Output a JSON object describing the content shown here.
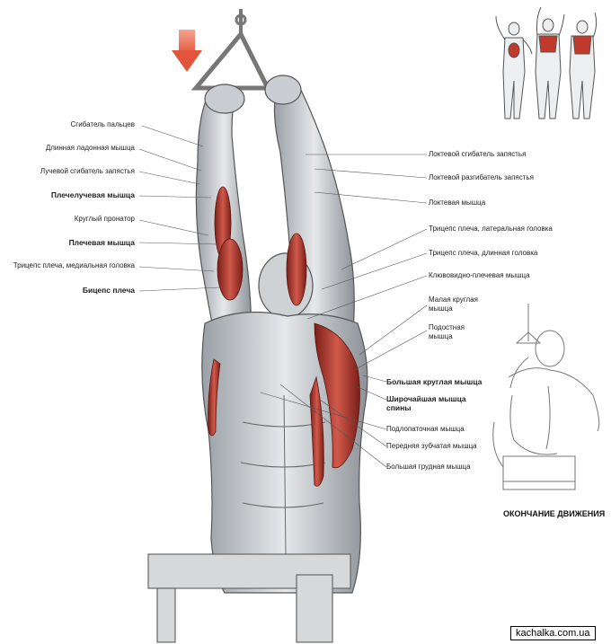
{
  "labels_left": [
    "Сгибатель пальцев",
    "Длинная ладонная мышца",
    "Лучевой сгибатель запястья",
    "Плечелучевая мышца",
    "Круглый пронатор",
    "Плечевая мышца",
    "Трицепс плеча, медиальная головка",
    "Бицепс плеча"
  ],
  "labels_right": [
    "Локтевой сгибатель запястья",
    "Локтевой разгибатель запястья",
    "Локтевая мышца",
    "Трицепс плеча, латеральная головка",
    "Трицепс плеча, длинная головка",
    "Клювовидно-плечевая мышца",
    "Малая круглая мышца",
    "Подостная мышца",
    "Большая круглая мышца",
    "Широчайшая мышца спины",
    "Подлопаточная мышца",
    "Передняя зубчатая мышца",
    "Большая грудная мышца"
  ],
  "caption_end": "ОКОНЧАНИЕ ДВИЖЕНИЯ",
  "watermark": "kachalka.com.ua",
  "colors": {
    "arrow": "#e2553c",
    "muscle": "#b83a2e",
    "line": "#555555"
  }
}
